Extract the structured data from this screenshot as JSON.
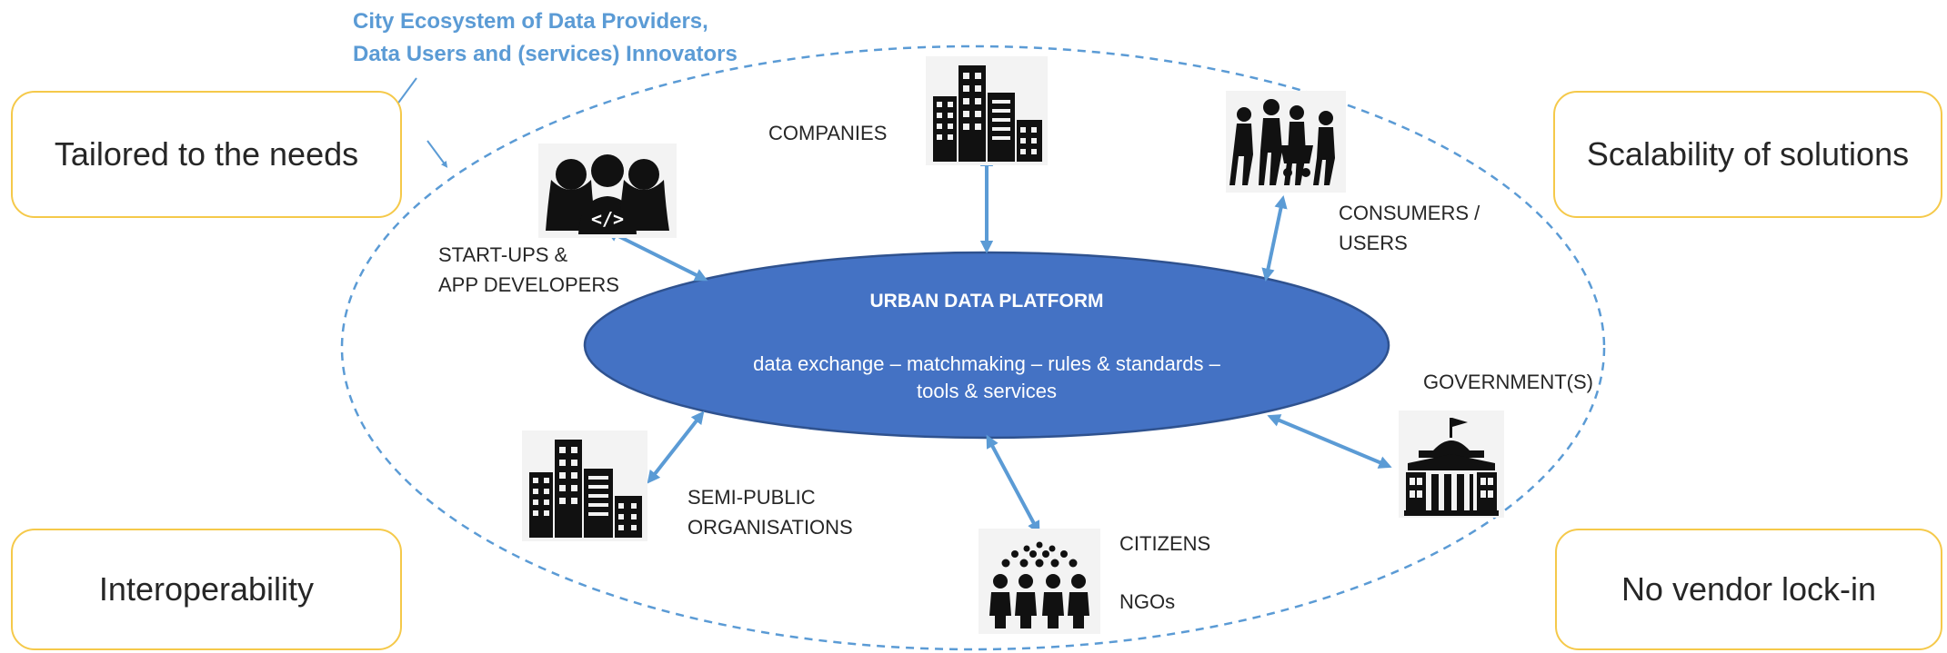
{
  "ecosystem": {
    "title_line1": "City Ecosystem of Data Providers,",
    "title_line2": "Data Users and (services) Innovators"
  },
  "corners": {
    "top_left": "Tailored to the needs",
    "top_right": "Scalability of solutions",
    "bottom_left": "Interoperability",
    "bottom_right": "No vendor lock-in"
  },
  "platform": {
    "title": "URBAN DATA PLATFORM",
    "line1": "data exchange – matchmaking – rules & standards –",
    "line2": "tools & services"
  },
  "actors": {
    "companies": "COMPANIES",
    "startups_line1": "START-UPS &",
    "startups_line2": "APP DEVELOPERS",
    "consumers_line1": "CONSUMERS /",
    "consumers_line2": "USERS",
    "government": "GOVERNMENT(S)",
    "semipublic_line1": "SEMI-PUBLIC",
    "semipublic_line2": "ORGANISATIONS",
    "citizens": "CITIZENS",
    "ngos": "NGOs"
  },
  "icons": [
    "developers-icon",
    "companies-building-icon",
    "consumers-shopping-icon",
    "government-building-icon",
    "semipublic-building-icon",
    "citizens-crowd-icon"
  ],
  "colors": {
    "accent_blue": "#4472c4",
    "arrow_blue": "#5b9bd5",
    "box_border": "#f5c94a",
    "title_blue": "#5b9bd5"
  }
}
